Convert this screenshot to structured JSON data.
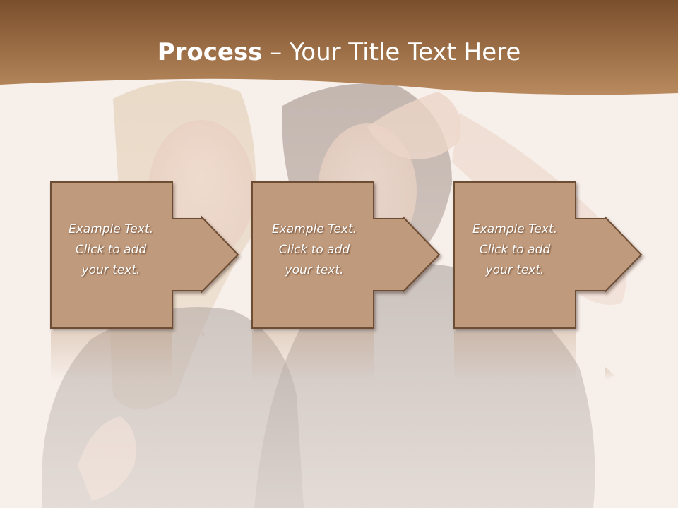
{
  "slide": {
    "title_bold": "Process",
    "title_rest": " – Your Title Text Here"
  },
  "steps": [
    {
      "line1": "Example Text.",
      "line2": "Click  to add",
      "line3": "your text."
    },
    {
      "line1": "Example Text.",
      "line2": "Click  to add",
      "line3": "your text."
    },
    {
      "line1": "Example Text.",
      "line2": "Click  to add",
      "line3": "your text."
    }
  ],
  "colors": {
    "banner_dark": "#7a4f2c",
    "banner_light": "#b98a5e",
    "box_fill": "#c09a7c",
    "box_stroke": "#6e4d35",
    "background": "#f7efea"
  },
  "background_image": "photo-of-two-women-in-leather-jackets"
}
